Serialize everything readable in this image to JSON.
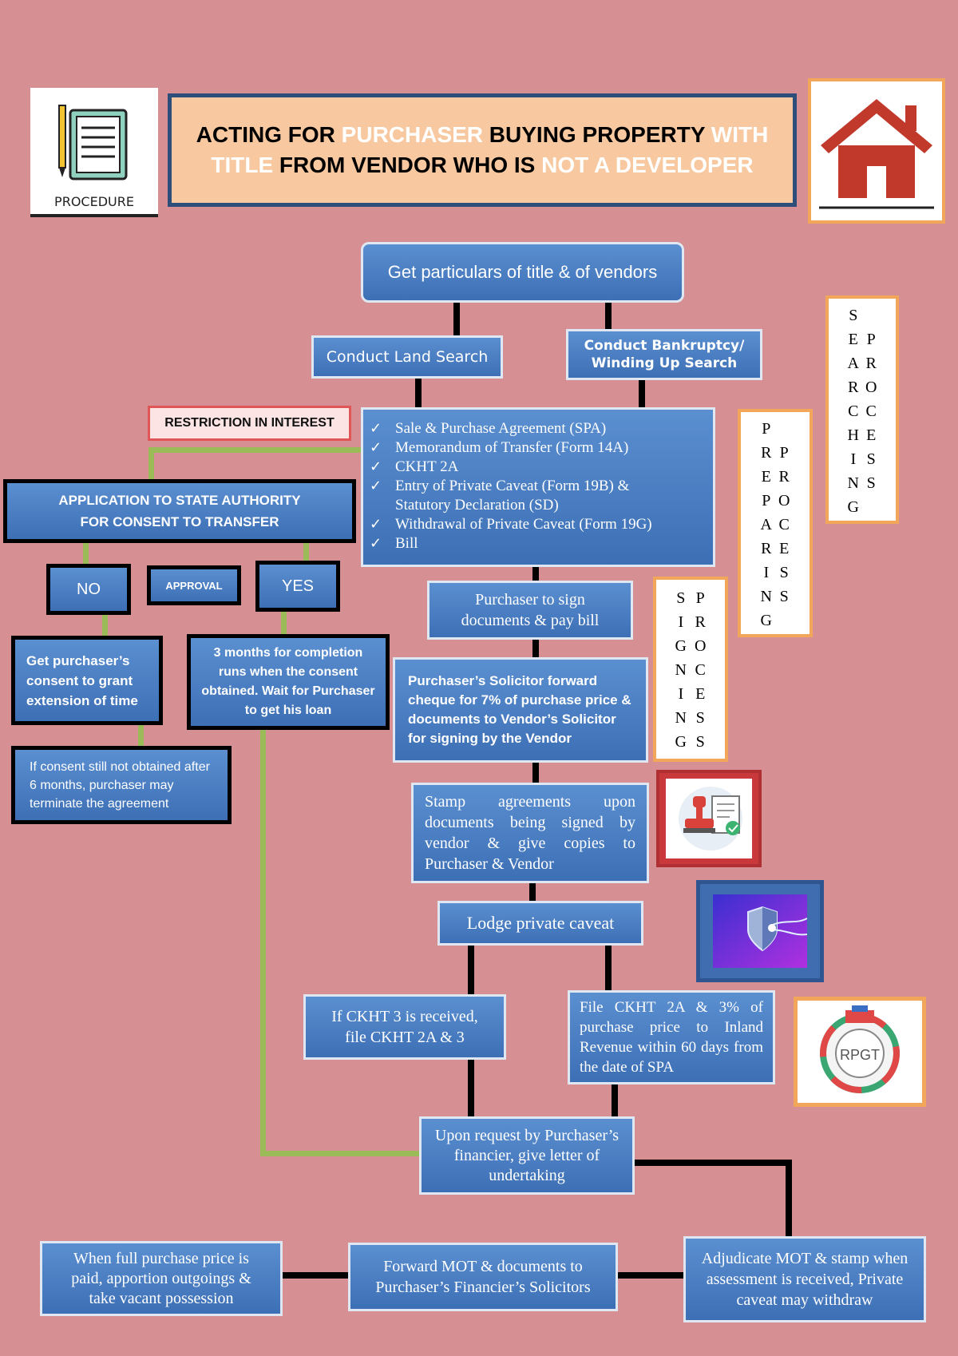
{
  "header": {
    "procedure_label": "PROCEDURE",
    "title_line1": [
      {
        "text": "ACTING FOR ",
        "hl": false
      },
      {
        "text": "PURCHASER",
        "hl": true
      },
      {
        "text": " BUYING PROPERTY ",
        "hl": false
      },
      {
        "text": "WITH",
        "hl": true
      }
    ],
    "title_line2": [
      {
        "text": "TITLE",
        "hl": true
      },
      {
        "text": " FROM VENDOR WHO IS ",
        "hl": false
      },
      {
        "text": "NOT A DEVELOPER",
        "hl": true
      }
    ]
  },
  "steps": {
    "particulars": "Get particulars of title & of vendors",
    "land_search": "Conduct Land Search",
    "bankruptcy_1": "Conduct Bankruptcy/",
    "bankruptcy_2": "Winding Up Search",
    "docs": [
      "Sale & Purchase Agreement (SPA)",
      "Memorandum of Transfer (Form 14A)",
      "CKHT 2A",
      "Entry of Private Caveat (Form 19B) &",
      "Statutory  Declaration (SD)",
      "Withdrawal of Private Caveat (Form 19G)",
      "Bill"
    ],
    "sign": "Purchaser to sign documents & pay bill",
    "forward_cheque": "Purchaser’s Solicitor forward cheque for 7% of purchase price & documents to Vendor’s Solicitor for signing by the Vendor",
    "stamp": "Stamp agreements upon documents being signed by vendor & give copies to Purchaser & Vendor",
    "caveat": "Lodge private caveat",
    "ckht3": "If CKHT 3 is received, file CKHT 2A & 3",
    "ckht2a": "File CKHT 2A & 3% of purchase price to Inland Revenue within 60 days from the date of SPA",
    "undertaking": "Upon request by Purchaser’s financier, give letter of undertaking",
    "adjudicate": "Adjudicate MOT & stamp when assessment is received, Private caveat may withdraw",
    "forward_mot": "Forward MOT & documents to Purchaser’s Financier’s Solicitors",
    "full_price": "When full purchase price is paid, apportion outgoings & take vacant possession"
  },
  "consent": {
    "restriction": "RESTRICTION IN INTEREST",
    "application_1": "APPLICATION TO STATE AUTHORITY",
    "application_2": "FOR CONSENT TO TRANSFER",
    "no": "NO",
    "approval": "APPROVAL",
    "yes": "YES",
    "extension": "Get purchaser’s consent to grant extension of time",
    "three_months": "3 months for completion runs when the consent obtained. Wait for Purchaser to get his loan",
    "terminate": "If consent still not obtained after 6 months, purchaser may terminate the agreement"
  },
  "process_labels": {
    "searching_col1": [
      "S",
      "E",
      "A",
      "R",
      "C",
      "H",
      "I",
      "N",
      "G"
    ],
    "searching_col2": [
      "P",
      "R",
      "O",
      "C",
      "E",
      "S",
      "S"
    ],
    "preparing_col1": [
      "P",
      "R",
      "E",
      "P",
      "A",
      "R",
      "I",
      "N",
      "G"
    ],
    "preparing_col2": [
      "P",
      "R",
      "O",
      "C",
      "E",
      "S",
      "S"
    ],
    "signing_col1": [
      "S",
      "I",
      "G",
      "N",
      "I",
      "N",
      "G"
    ],
    "signing_col2": [
      "P",
      "R",
      "O",
      "C",
      "E",
      "S",
      "S"
    ]
  },
  "icons": {
    "rpgt_label": "RPGT"
  },
  "colors": {
    "background": "#d68f92",
    "box_blue": "#4a7ec4",
    "connector_green": "#9bbb59",
    "title_bg": "#f8c9a0",
    "highlight": "#ffffff"
  }
}
